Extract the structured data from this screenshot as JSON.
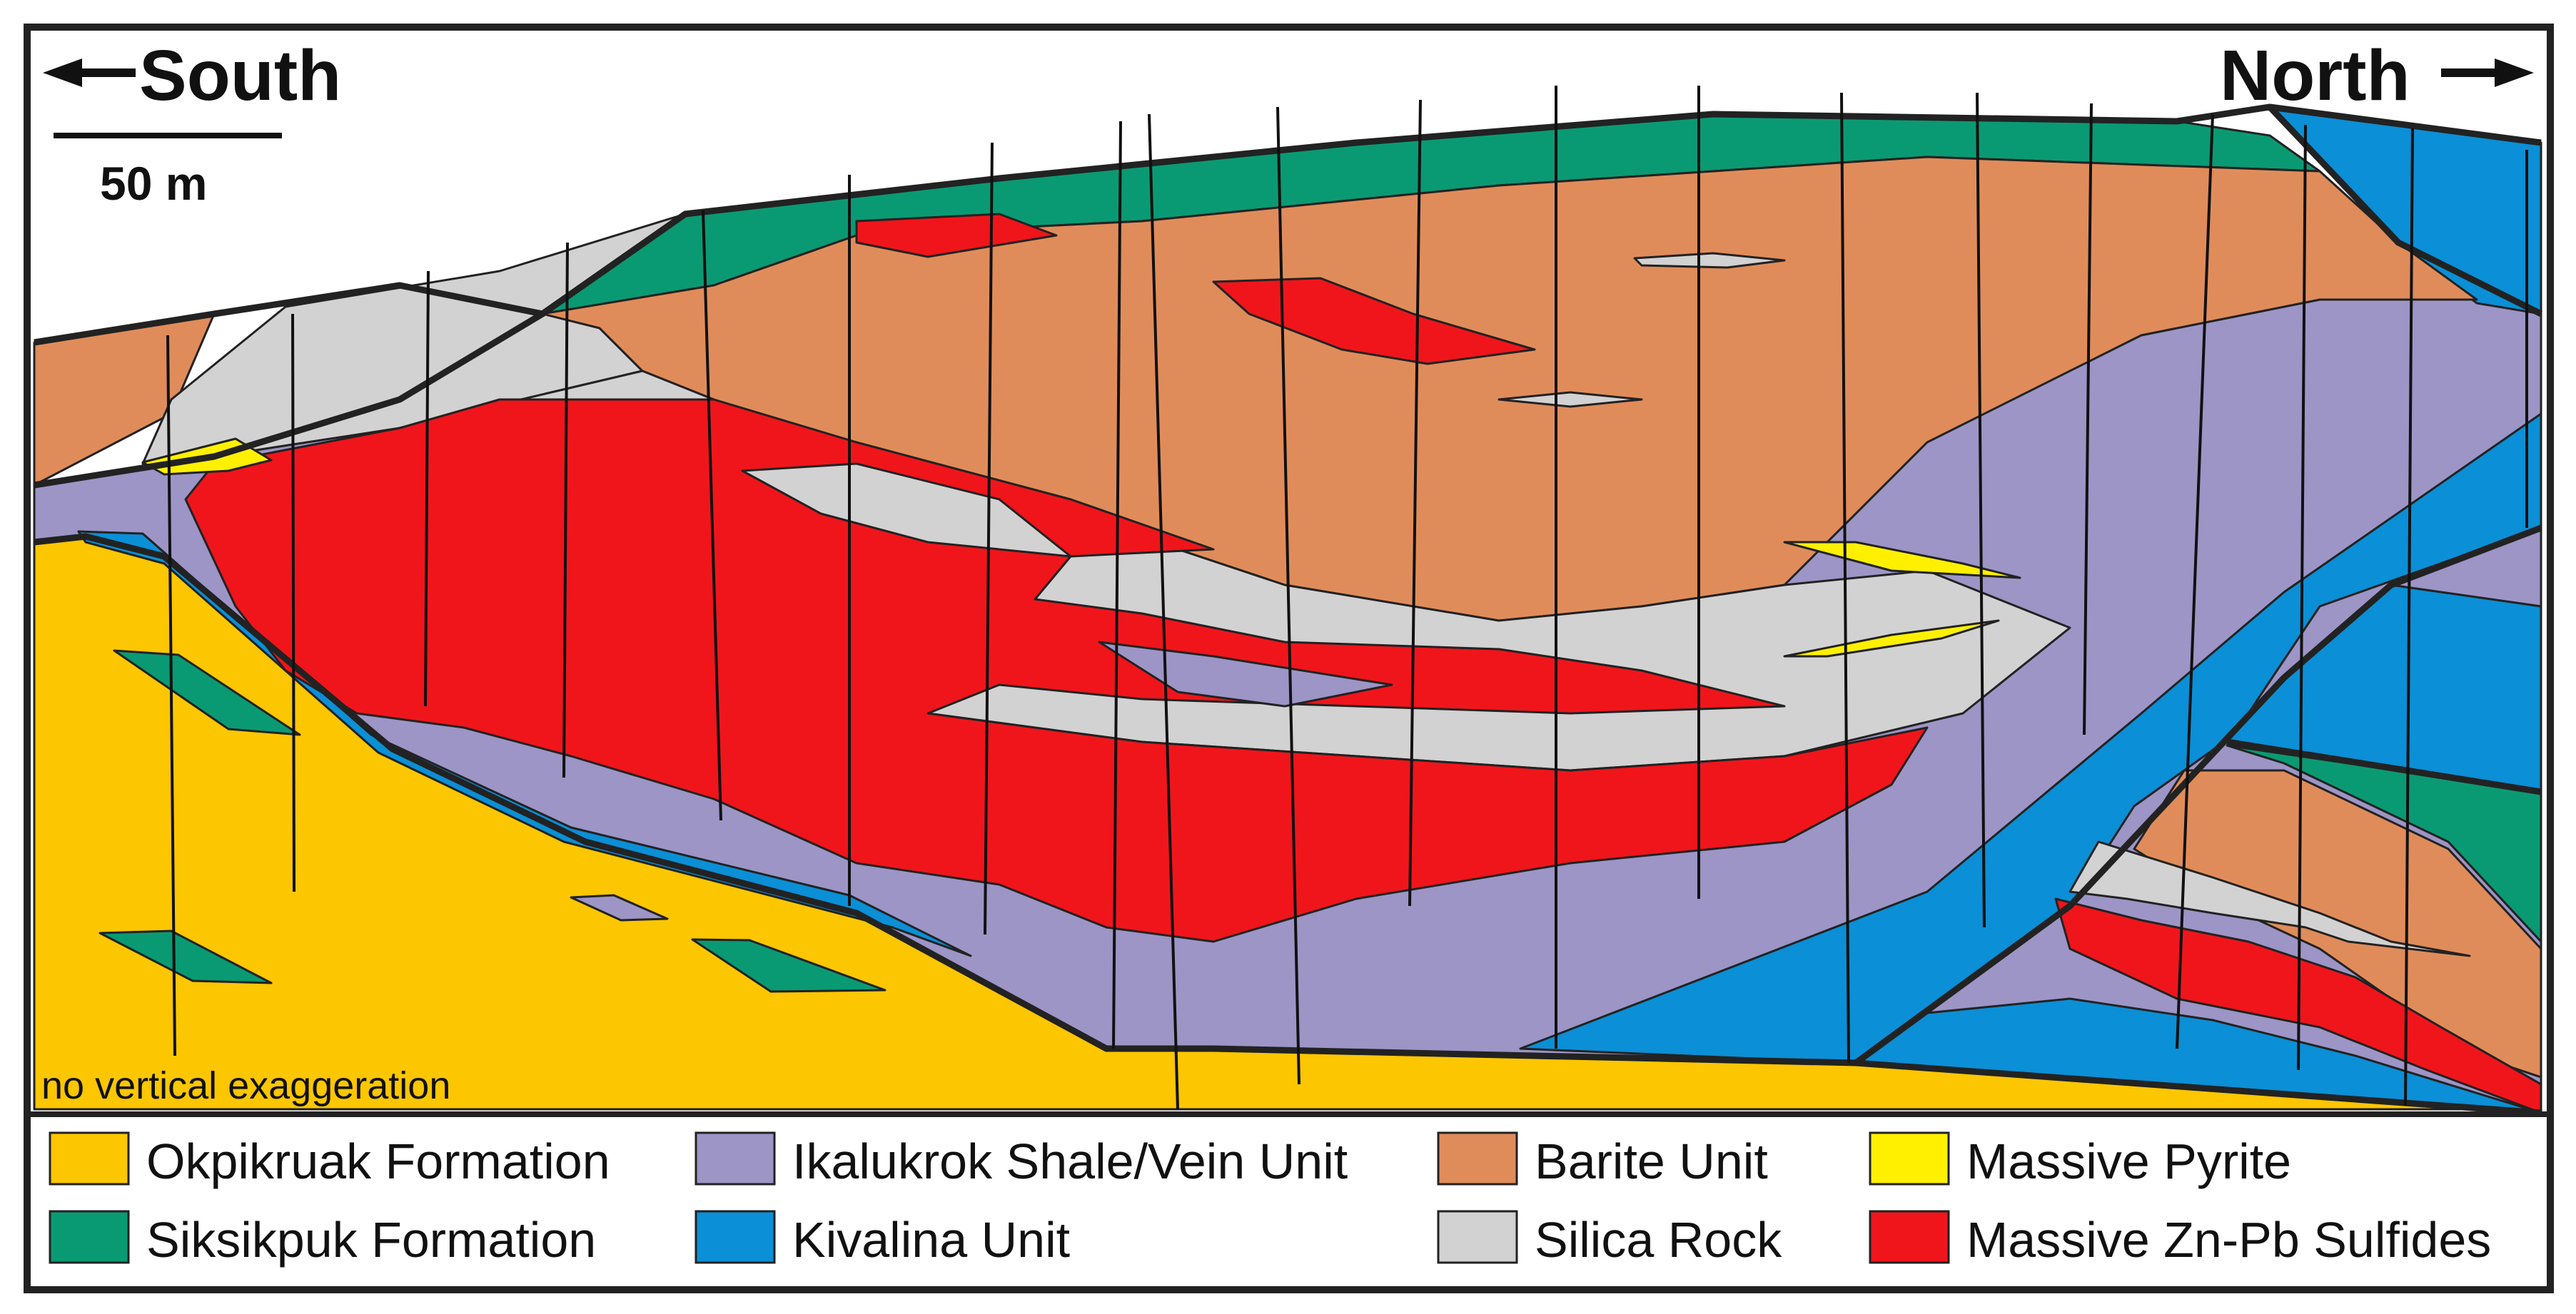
{
  "header": {
    "south_label": "South",
    "north_label": "North",
    "scale_label": "50 m"
  },
  "note": "no vertical exaggeration",
  "colors": {
    "okpikruak": "#fcc600",
    "siksikpuk": "#0a9a73",
    "ikalukrok": "#9c95c6",
    "kivalina": "#0b8fd6",
    "barite": "#e08c5a",
    "silica": "#d2d2d2",
    "pyrite": "#fff000",
    "sulfides": "#f0151b"
  },
  "legend": [
    {
      "key": "okpikruak",
      "label": "Okpikruak Formation"
    },
    {
      "key": "ikalukrok",
      "label": "Ikalukrok Shale/Vein Unit"
    },
    {
      "key": "barite",
      "label": "Barite Unit"
    },
    {
      "key": "pyrite",
      "label": "Massive Pyrite"
    },
    {
      "key": "siksikpuk",
      "label": "Siksikpuk Formation"
    },
    {
      "key": "kivalina",
      "label": "Kivalina Unit"
    },
    {
      "key": "silica",
      "label": "Silica Rock"
    },
    {
      "key": "sulfides",
      "label": "Massive Zn-Pb Sulfides"
    }
  ]
}
